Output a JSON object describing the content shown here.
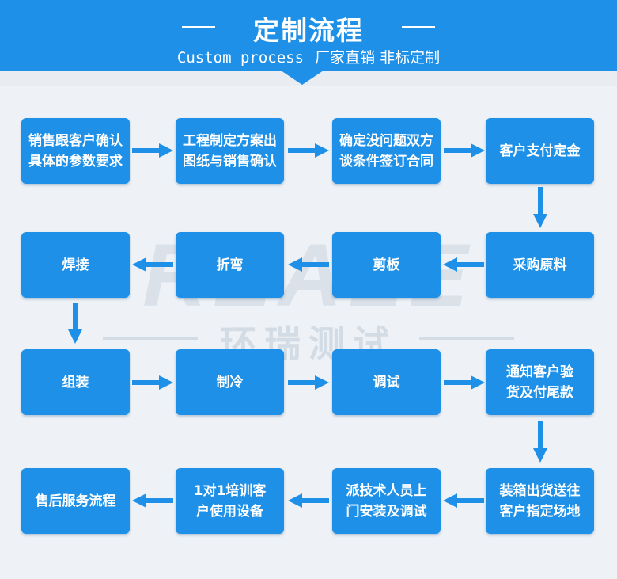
{
  "header": {
    "title": "定制流程",
    "subtitle_en": "Custom process",
    "subtitle_cn": "厂家直销 非标定制"
  },
  "watermark": {
    "logo": "REALE",
    "name": "环瑞测试"
  },
  "colors": {
    "primary": "#1e90e8",
    "background": "#eef2f6"
  },
  "steps": [
    "销售跟客户确认\n具体的参数要求",
    "工程制定方案出\n图纸与销售确认",
    "确定没问题双方\n谈条件签订合同",
    "客户支付定金",
    "采购原料",
    "剪板",
    "折弯",
    "焊接",
    "组装",
    "制冷",
    "调试",
    "通知客户验\n货及付尾款",
    "装箱出货送往\n客户指定场地",
    "派技术人员上\n门安装及调试",
    "1对1培训客\n户使用设备",
    "售后服务流程"
  ]
}
